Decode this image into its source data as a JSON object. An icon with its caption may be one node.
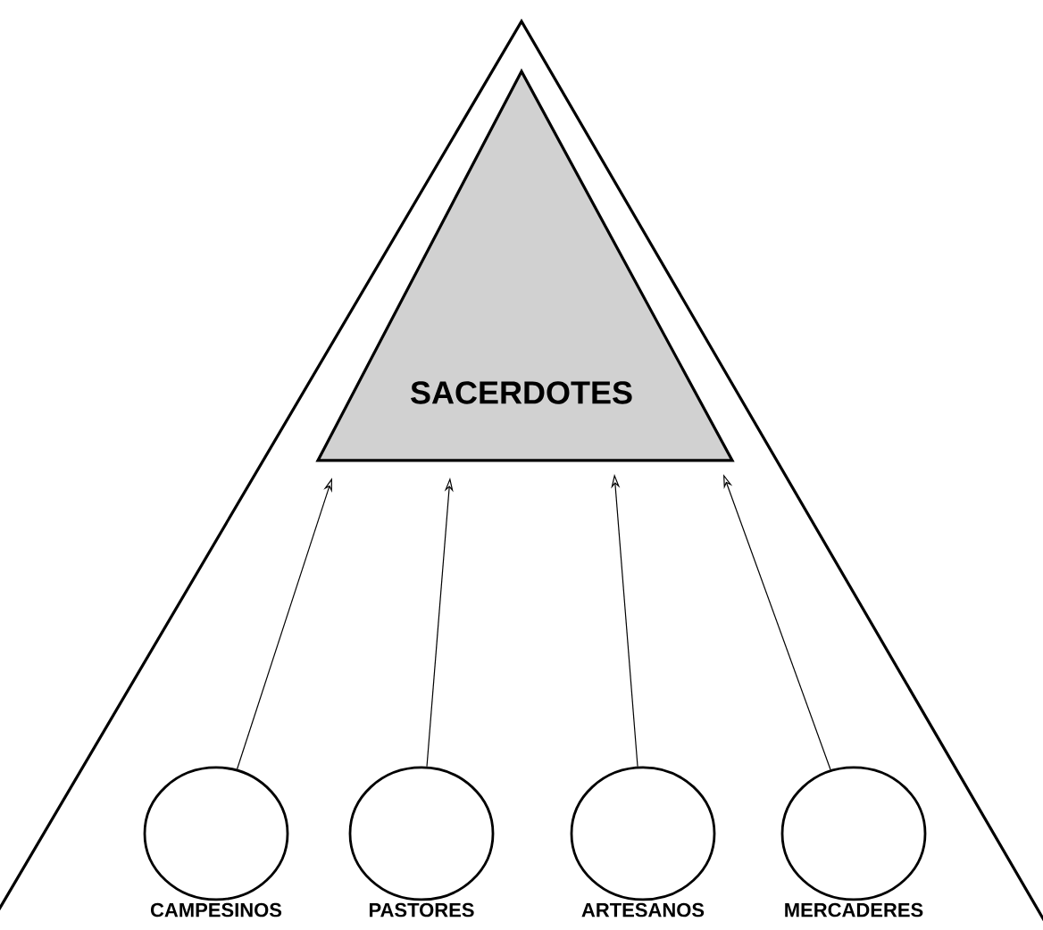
{
  "diagram": {
    "nodes": [
      {
        "text": [
          "SACERDOTES"
        ]
      },
      {
        "text": [
          "CAMPESINOS"
        ]
      },
      {
        "text": [
          "PASTORES"
        ]
      },
      {
        "text": [
          "ARTESANOS"
        ]
      },
      {
        "text": [
          "MERCADERES"
        ]
      }
    ],
    "edges": [
      {
        "from": 1,
        "to": 0,
        "arrow": "to"
      },
      {
        "from": 2,
        "to": 0,
        "arrow": "to"
      },
      {
        "from": 3,
        "to": 0,
        "arrow": "to"
      },
      {
        "from": 4,
        "to": 0,
        "arrow": "to"
      }
    ]
  }
}
